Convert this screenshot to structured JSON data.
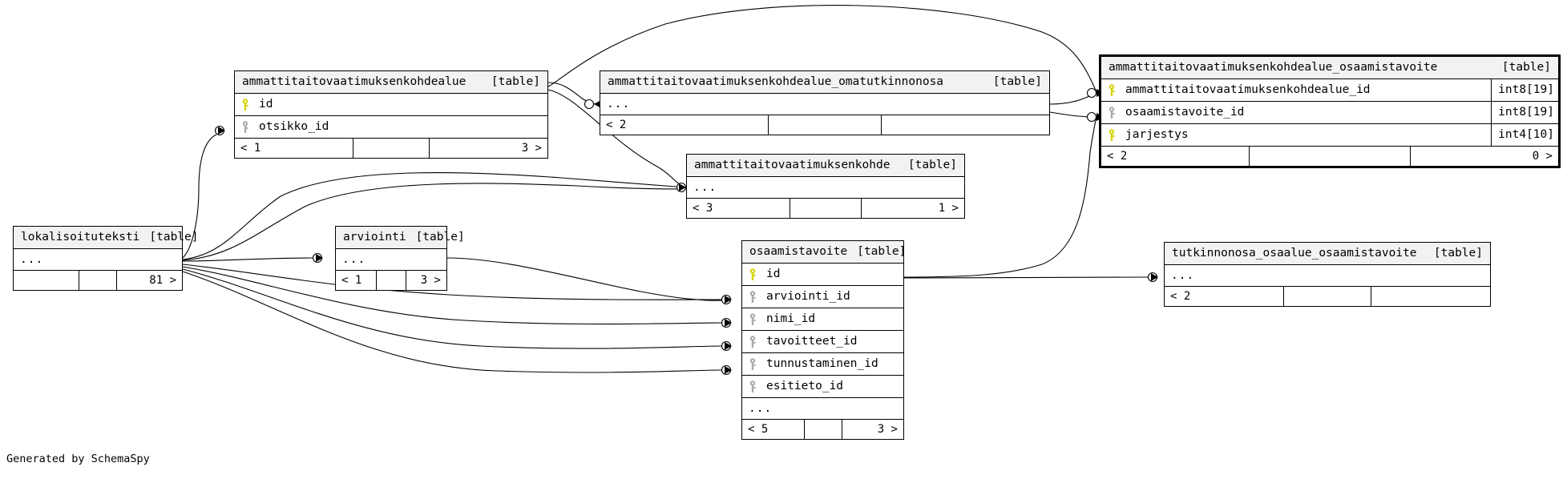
{
  "diagram": {
    "title": "SchemaSpy relationships diagram",
    "credit": "Generated by SchemaSpy",
    "table_tag": "[table]",
    "ellipsis": "...",
    "colors": {
      "primary_key": "#d4d400",
      "foreign_key": "#a9a9a9",
      "title_bg": "#f2f2f2",
      "border": "#000000",
      "background": "#ffffff"
    },
    "icons": {
      "primary_key": "key-icon-primary",
      "foreign_key": "key-icon-foreign"
    }
  },
  "tables": [
    {
      "id": "ammattitaitovaatimuksenkohdealue",
      "name": "ammattitaitovaatimuksenkohdealue",
      "tag": "[table]",
      "highlighted": false,
      "columns": [
        {
          "name": "id",
          "key": "primary",
          "type": ""
        },
        {
          "name": "otsikko_id",
          "key": "foreign",
          "type": ""
        }
      ],
      "has_ellipsis": false,
      "footer": {
        "left": "< 1",
        "middle": "",
        "right": "3 >"
      }
    },
    {
      "id": "ammattitaitovaatimuksenkohdealue_omatutkinnonosa",
      "name": "ammattitaitovaatimuksenkohdealue_omatutkinnonosa",
      "tag": "[table]",
      "highlighted": false,
      "columns": [],
      "has_ellipsis": true,
      "footer": {
        "left": "< 2",
        "middle": "",
        "right": ""
      }
    },
    {
      "id": "ammattitaitovaatimuksenkohdealue_osaamistavoite",
      "name": "ammattitaitovaatimuksenkohdealue_osaamistavoite",
      "tag": "[table]",
      "highlighted": true,
      "columns": [
        {
          "name": "ammattitaitovaatimuksenkohdealue_id",
          "key": "primary",
          "type": "int8[19]"
        },
        {
          "name": "osaamistavoite_id",
          "key": "foreign",
          "type": "int8[19]"
        },
        {
          "name": "jarjestys",
          "key": "primary",
          "type": "int4[10]"
        }
      ],
      "has_ellipsis": false,
      "footer": {
        "left": "< 2",
        "middle": "",
        "right": "0 >"
      }
    },
    {
      "id": "ammattitaitovaatimuksenkohde",
      "name": "ammattitaitovaatimuksenkohde",
      "tag": "[table]",
      "highlighted": false,
      "columns": [],
      "has_ellipsis": true,
      "footer": {
        "left": "< 3",
        "middle": "",
        "right": "1 >"
      }
    },
    {
      "id": "lokalisoituteksti",
      "name": "lokalisoituteksti",
      "tag": "[table]",
      "highlighted": false,
      "columns": [],
      "has_ellipsis": true,
      "footer": {
        "left": "",
        "middle": "",
        "right": "81 >"
      }
    },
    {
      "id": "arviointi",
      "name": "arviointi",
      "tag": "[table]",
      "highlighted": false,
      "columns": [],
      "has_ellipsis": true,
      "footer": {
        "left": "< 1",
        "middle": "",
        "right": "3 >"
      }
    },
    {
      "id": "osaamistavoite",
      "name": "osaamistavoite",
      "tag": "[table]",
      "highlighted": false,
      "columns": [
        {
          "name": "id",
          "key": "primary",
          "type": ""
        },
        {
          "name": "arviointi_id",
          "key": "foreign",
          "type": ""
        },
        {
          "name": "nimi_id",
          "key": "foreign",
          "type": ""
        },
        {
          "name": "tavoitteet_id",
          "key": "foreign",
          "type": ""
        },
        {
          "name": "tunnustaminen_id",
          "key": "foreign",
          "type": ""
        },
        {
          "name": "esitieto_id",
          "key": "foreign",
          "type": ""
        }
      ],
      "has_ellipsis": true,
      "footer": {
        "left": "< 5",
        "middle": "",
        "right": "3 >"
      }
    },
    {
      "id": "tutkinnonosa_osaalue_osaamistavoite",
      "name": "tutkinnonosa_osaalue_osaamistavoite",
      "tag": "[table]",
      "highlighted": false,
      "columns": [],
      "has_ellipsis": true,
      "footer": {
        "left": "< 2",
        "middle": "",
        "right": ""
      }
    }
  ]
}
